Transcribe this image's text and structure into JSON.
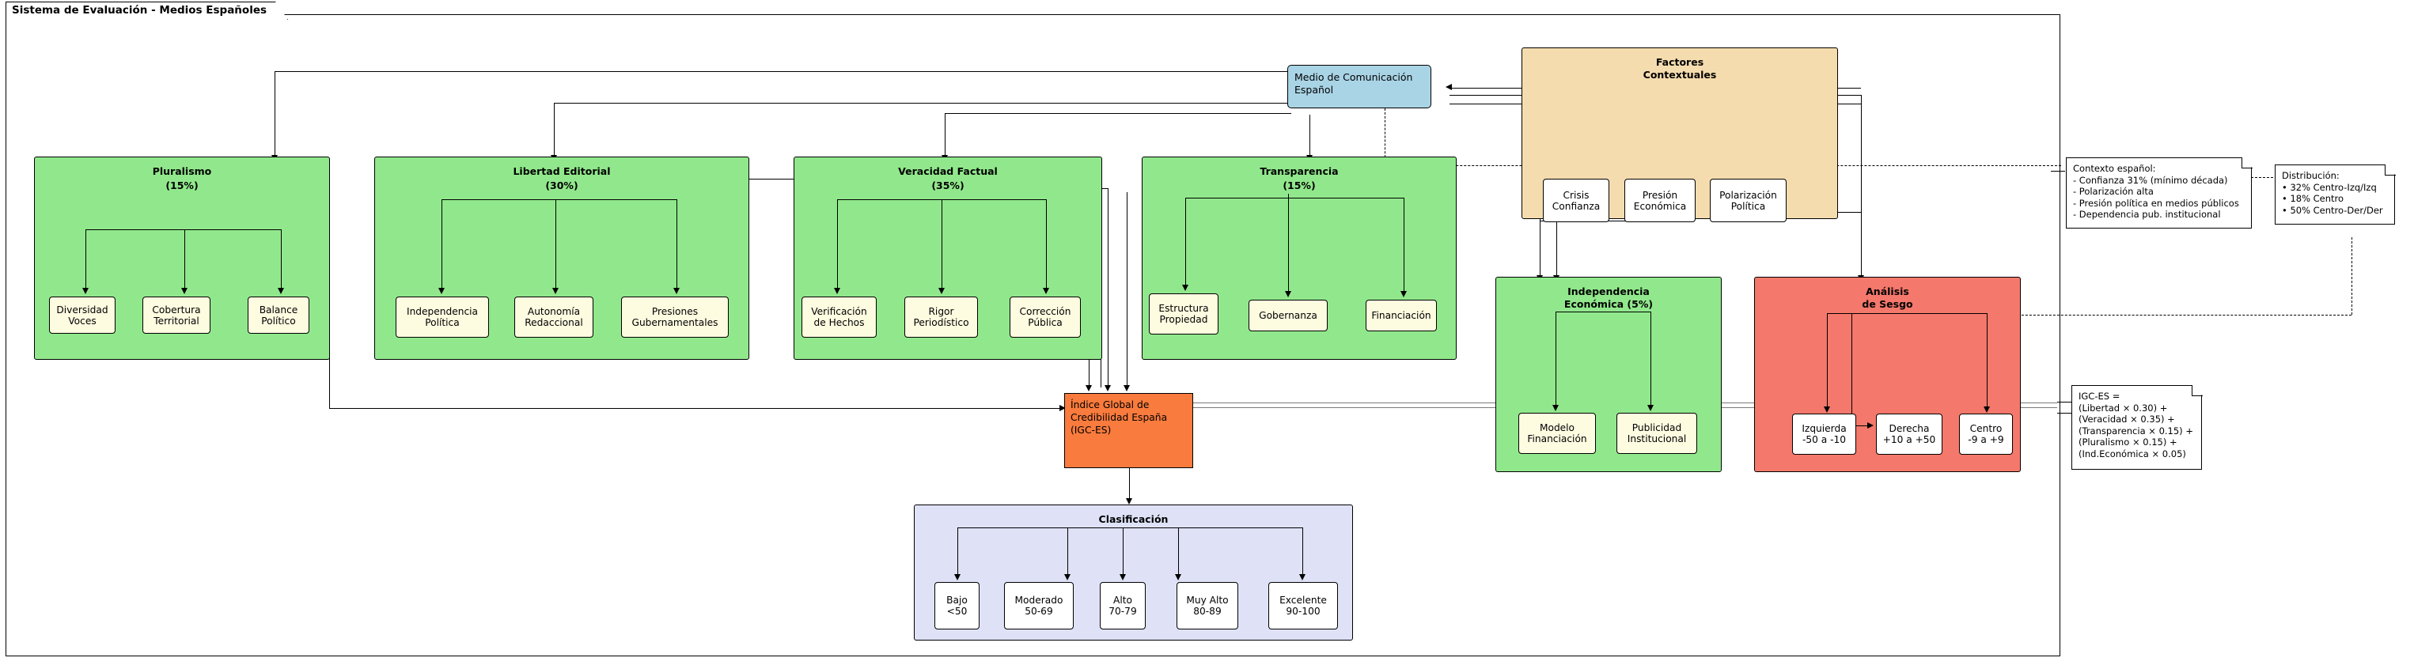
{
  "diagram": {
    "frame_title": "Sistema de Evaluación - Medios Españoles"
  },
  "source_node": {
    "label": "Medio de Comunicación\nEspañol",
    "color": "#a9d4e6"
  },
  "criteria": [
    {
      "title": "Pluralismo",
      "weight": "(15%)",
      "color": "#91e88c",
      "children": [
        {
          "label": "Diversidad\nVoces"
        },
        {
          "label": "Cobertura\nTerritorial"
        },
        {
          "label": "Balance\nPolítico"
        }
      ]
    },
    {
      "title": "Libertad Editorial",
      "weight": "(30%)",
      "color": "#91e88c",
      "children": [
        {
          "label": "Independencia\nPolítica"
        },
        {
          "label": "Autonomía\nRedaccional"
        },
        {
          "label": "Presiones\nGubernamentales"
        }
      ]
    },
    {
      "title": "Veracidad Factual",
      "weight": "(35%)",
      "color": "#91e88c",
      "children": [
        {
          "label": "Verificación\nde Hechos"
        },
        {
          "label": "Rigor\nPeriodístico"
        },
        {
          "label": "Corrección\nPública"
        }
      ]
    },
    {
      "title": "Transparencia",
      "weight": "(15%)",
      "color": "#91e88c",
      "children": [
        {
          "label": "Estructura\nPropiedad"
        },
        {
          "label": "Gobernanza"
        },
        {
          "label": "Financiación"
        }
      ]
    }
  ],
  "contextual": {
    "title": "Factores\nContextuales",
    "color": "#f5dcae",
    "children": [
      {
        "label": "Crisis\nConfianza"
      },
      {
        "label": "Presión\nEconómica"
      },
      {
        "label": "Polarización\nPolítica"
      }
    ]
  },
  "independence": {
    "title": "Independencia\nEconómica (5%)",
    "color": "#91e88c",
    "children": [
      {
        "label": "Modelo\nFinanciación"
      },
      {
        "label": "Publicidad\nInstitucional"
      }
    ]
  },
  "bias": {
    "title": "Análisis\nde Sesgo",
    "color": "#f4786b",
    "children": [
      {
        "label": "Izquierda\n-50 a -10"
      },
      {
        "label": "Derecha\n+10 a +50"
      },
      {
        "label": "Centro\n-9 a +9"
      }
    ]
  },
  "index_node": {
    "label": "Índice Global de\nCredibilidad España\n(IGC-ES)",
    "color": "#f97b3d"
  },
  "classification": {
    "title": "Clasificación",
    "color": "#dfe2f7",
    "children": [
      {
        "label": "Bajo\n<50"
      },
      {
        "label": "Moderado\n50-69"
      },
      {
        "label": "Alto\n70-79"
      },
      {
        "label": "Muy Alto\n80-89"
      },
      {
        "label": "Excelente\n90-100"
      }
    ]
  },
  "notes": {
    "context": "Contexto español:\n- Confianza 31% (mínimo década)\n- Polarización alta\n- Presión política en medios públicos\n- Dependencia pub. institucional",
    "distribution": "Distribución:\n• 32% Centro-Izq/Izq\n• 18% Centro\n• 50% Centro-Der/Der",
    "formula": "IGC-ES =\n(Libertad × 0.30) +\n(Veracidad × 0.35) +\n(Transparencia × 0.15) +\n(Pluralismo × 0.15) +\n(Ind.Económica × 0.05)"
  }
}
